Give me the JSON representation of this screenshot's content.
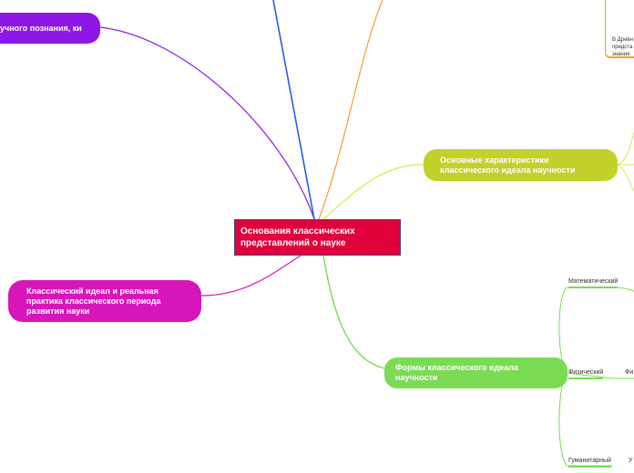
{
  "center": {
    "label": "Основания классических представлений о науке"
  },
  "nodes": {
    "purple": "учного познания, ки",
    "magenta": "Классический идеал и реальная практика классического периода развития науки",
    "olive": "Основные характеристики классического идеала научности",
    "green": "Формы классического идеала научности"
  },
  "leaves": {
    "math": "Математический",
    "phys": "Физический",
    "phys_partial": "Фи",
    "hum": "Гуманитарный",
    "hum_partial": "У"
  },
  "note": {
    "line1": "В Древн",
    "line2": "предста",
    "line3": "знания"
  },
  "colors": {
    "center": "#e0003c",
    "purple": "#8f17e6",
    "magenta": "#d616b8",
    "olive": "#c3d22a",
    "green": "#7bdb55",
    "blue": "#2a5de0",
    "orange": "#f0a030"
  }
}
